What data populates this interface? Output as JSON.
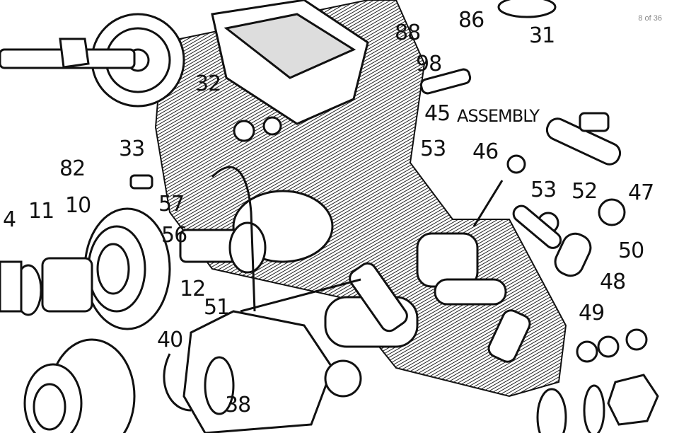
{
  "viewer": {
    "page_indicator": "8 of 36"
  },
  "diagram": {
    "labels": {
      "l88": "88",
      "l86": "86",
      "l31": "31",
      "l98": "98",
      "l32": "32",
      "l33": "33",
      "l45": "45",
      "assembly": "ASSEMBLY",
      "l53a": "53",
      "l46": "46",
      "l82": "82",
      "l57": "57",
      "l56": "56",
      "l53b": "53",
      "l52": "52",
      "l47": "47",
      "l4": "4",
      "l11": "11",
      "l10": "10",
      "l50": "50",
      "l12": "12",
      "l48": "48",
      "l51": "51",
      "l49": "49",
      "l40": "40",
      "l38": "38"
    }
  }
}
